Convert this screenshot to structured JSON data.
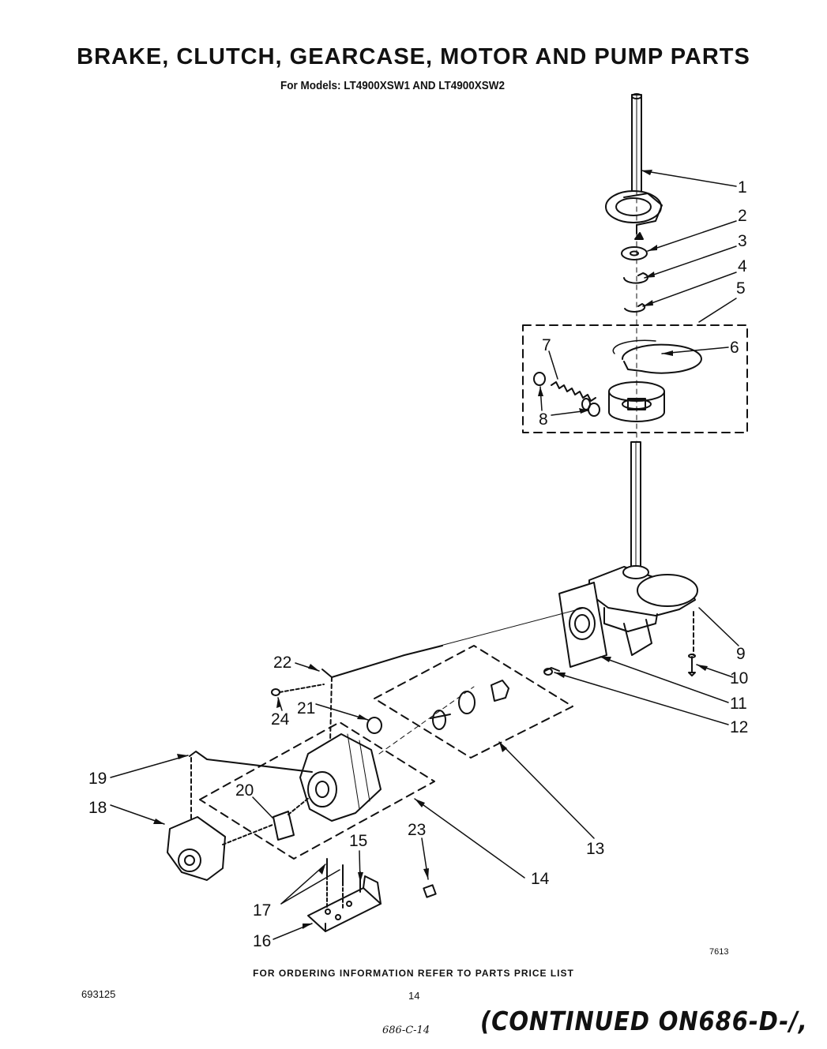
{
  "header": {
    "title": "BRAKE, CLUTCH, GEARCASE, MOTOR AND PUMP PARTS",
    "subtitle": "For Models: LT4900XSW1 AND LT4900XSW2"
  },
  "diagram": {
    "callouts": [
      "1",
      "2",
      "3",
      "4",
      "5",
      "6",
      "7",
      "8",
      "9",
      "10",
      "11",
      "12",
      "13",
      "14",
      "15",
      "16",
      "17",
      "18",
      "19",
      "20",
      "21",
      "22",
      "23",
      "24"
    ],
    "figure_number": "7613"
  },
  "footer": {
    "ordering_note": "FOR ORDERING INFORMATION REFER TO PARTS PRICE LIST",
    "document_number": "693125",
    "page_number": "14",
    "handwritten_ref": "686-C-14",
    "continued": "(CONTINUED ON686-D-/,"
  }
}
